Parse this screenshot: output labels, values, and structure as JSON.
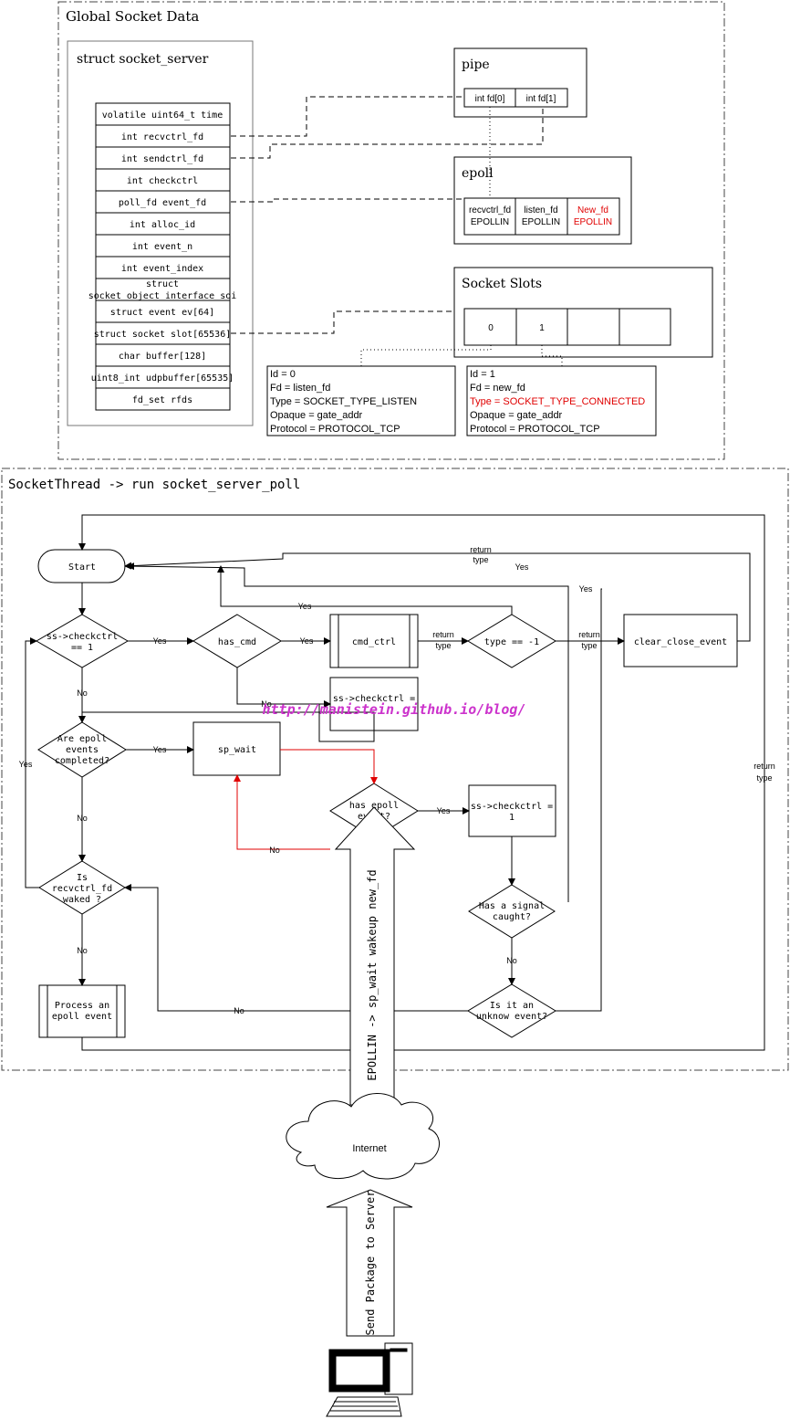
{
  "global_title": "Global Socket Data",
  "struct": {
    "title": "struct socket_server",
    "fields": [
      "volatile uint64_t time",
      "int recvctrl_fd",
      "int sendctrl_fd",
      "int checkctrl",
      "poll_fd event_fd",
      "int alloc_id",
      "int event_n",
      "int event_index",
      "struct",
      "socket_object_interface soi",
      "struct event ev[64]",
      "struct socket slot[65536]",
      "char buffer[128]",
      "uint8_int udpbuffer[65535]",
      "fd_set rfds"
    ]
  },
  "pipe": {
    "title": "pipe",
    "cells": [
      "int fd[0]",
      "int fd[1]"
    ]
  },
  "epoll": {
    "title": "epoll",
    "cells": [
      {
        "fd": "recvctrl_fd",
        "ev": "EPOLLIN"
      },
      {
        "fd": "listen_fd",
        "ev": "EPOLLIN"
      },
      {
        "fd": "New_fd",
        "ev": "EPOLLIN"
      }
    ]
  },
  "slots": {
    "title": "Socket Slots",
    "cells": [
      "0",
      "1",
      "",
      ""
    ]
  },
  "slot0": [
    "Id = 0",
    "Fd = listen_fd",
    "Type = SOCKET_TYPE_LISTEN",
    "Opaque = gate_addr",
    "Protocol = PROTOCOL_TCP"
  ],
  "slot1": [
    "Id = 1",
    "Fd = new_fd",
    "Type = SOCKET_TYPE_CONNECTED",
    "Opaque = gate_addr",
    "Protocol = PROTOCOL_TCP"
  ],
  "thread_title": "SocketThread -> run socket_server_poll",
  "flow": {
    "start": "Start",
    "checkctrl_q": [
      "ss->checkctrl",
      "== 1"
    ],
    "has_cmd": "has_cmd",
    "cmd_ctrl": "cmd_ctrl",
    "type_q": "type == -1",
    "clear_close": "clear_close_event",
    "set_checkctrl0": [
      "ss->checkctrl ="
    ],
    "epoll_done_q": [
      "Are epoll",
      "events",
      "completed?"
    ],
    "sp_wait": "sp_wait",
    "has_epoll_q": [
      "has epoll",
      "event?"
    ],
    "set_checkctrl1": [
      "ss->checkctrl =",
      "1"
    ],
    "signal_q": [
      "Has a signal",
      "caught?"
    ],
    "recv_q": [
      "Is",
      "recvctrl_fd",
      "waked ?"
    ],
    "process": [
      "Process an",
      "epoll event"
    ],
    "unknown_q": [
      "Is it an",
      "unknow event?"
    ],
    "return_type": [
      "return",
      "type"
    ],
    "yes": "Yes",
    "no": "No",
    "watermark": "http://manistein.github.io/blog/"
  },
  "arrow_up_label": "EPOLLIN -> sp_wait wakeup new_fd",
  "internet": "Internet",
  "send_label": "Send Package to Server",
  "colors": {
    "red": "#e00000",
    "watermark": "#cc33cc",
    "line": "#000000"
  }
}
